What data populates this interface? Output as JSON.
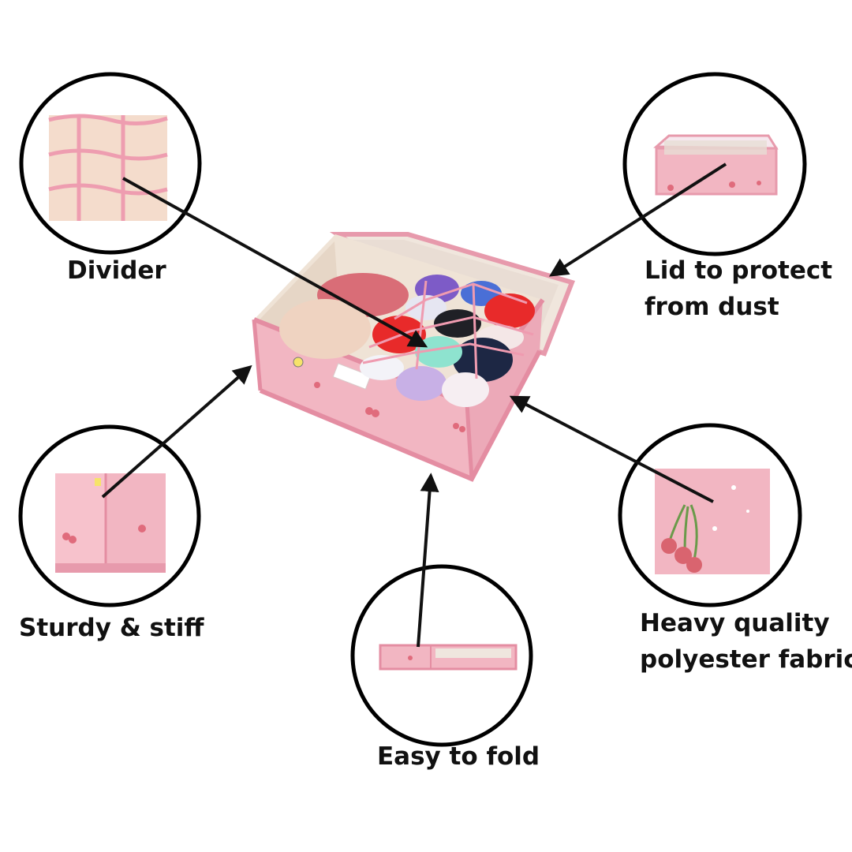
{
  "features": {
    "divider": {
      "lines": [
        "Divider"
      ],
      "icon": "divider-closeup"
    },
    "lid": {
      "lines": [
        "Lid to protect",
        "from dust"
      ],
      "icon": "lid-closeup"
    },
    "sturdy": {
      "lines": [
        "Sturdy & stiff"
      ],
      "icon": "corner-closeup"
    },
    "fold": {
      "lines": [
        "Easy to fold"
      ],
      "icon": "folded-closeup"
    },
    "fabric": {
      "lines": [
        "Heavy quality",
        "polyester fabric"
      ],
      "icon": "fabric-closeup"
    }
  },
  "colors": {
    "pink": "#f2b6c2",
    "pink_dark": "#e79aac",
    "beige": "#f1dfce",
    "outline": "#111111",
    "arrow": "#111111"
  }
}
